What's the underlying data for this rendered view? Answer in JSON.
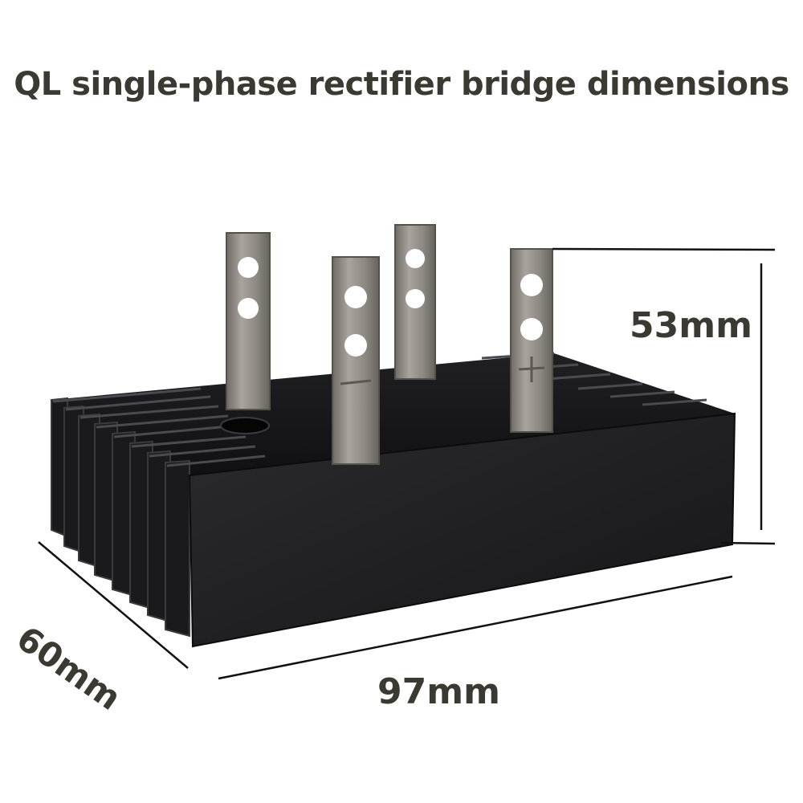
{
  "title": "QL single-phase rectifier bridge dimensions",
  "dimensions": {
    "height": "53mm",
    "width": "97mm",
    "depth": "60mm"
  },
  "terminal_marks": {
    "negative": "−",
    "positive": "+"
  },
  "colors": {
    "text": "#3a3a32",
    "body": "#1b1b1d",
    "fin": "#2a2a2d",
    "terminal": "#9a958f",
    "line": "#111111"
  }
}
